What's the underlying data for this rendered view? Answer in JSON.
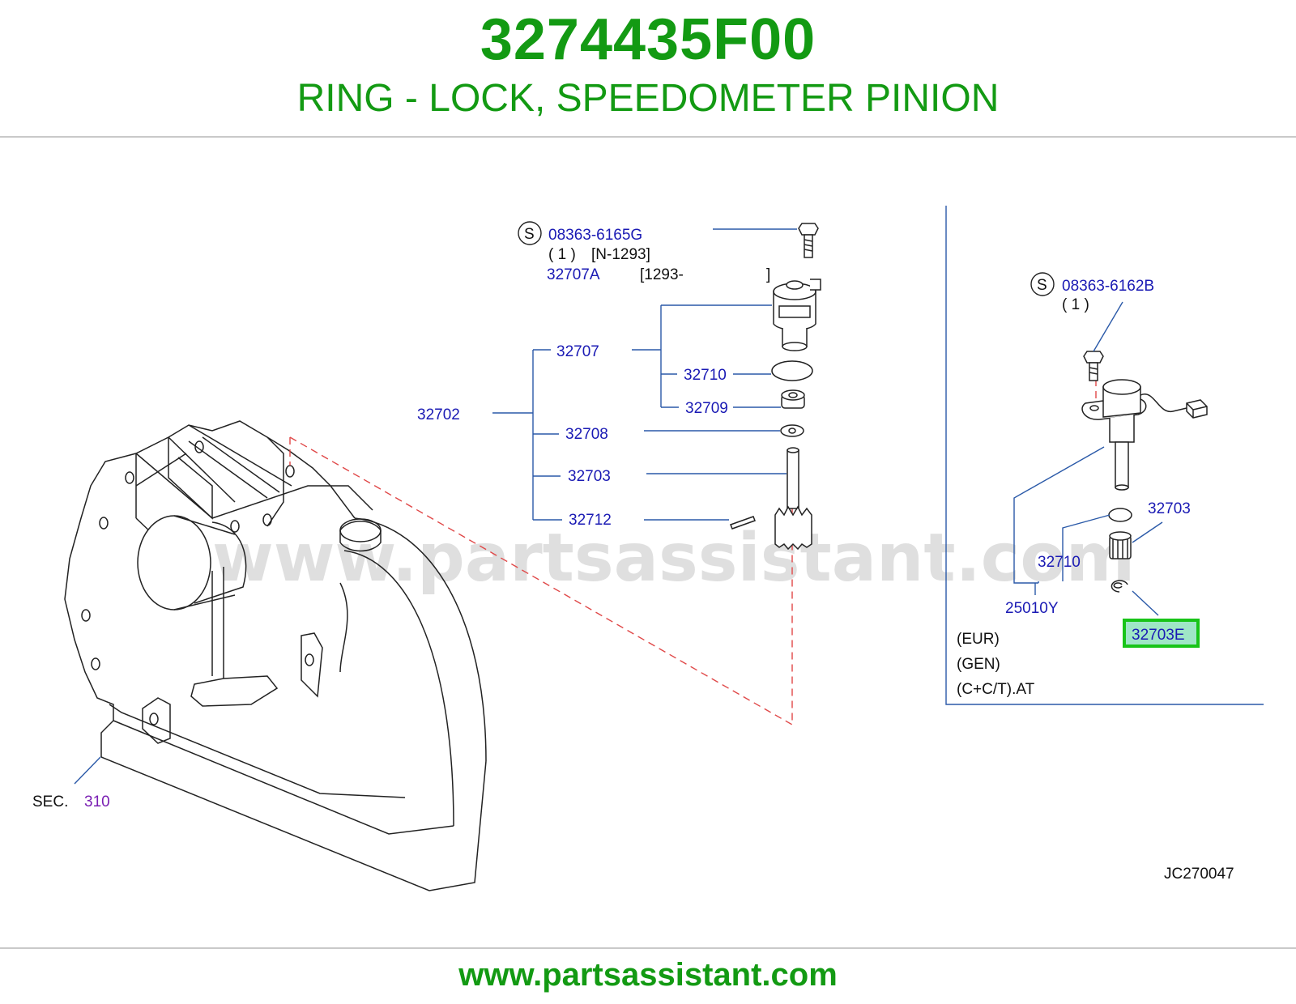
{
  "header": {
    "part_number": "3274435F00",
    "part_description": "RING - LOCK, SPEEDOMETER PINION"
  },
  "diagram": {
    "callouts": {
      "screw_main": "08363-6165G",
      "screw_main_qty": "( 1 )",
      "screw_main_range": "[N-1293]",
      "alt_part": "32707A",
      "alt_range_start": "[1293-",
      "alt_range_end": "]",
      "c_32707": "32707",
      "c_32710_left": "32710",
      "c_32709": "32709",
      "c_32702": "32702",
      "c_32708": "32708",
      "c_32703_left": "32703",
      "c_32712": "32712",
      "screw_right": "08363-6162B",
      "screw_right_qty": "( 1 )",
      "c_32703_right": "32703",
      "c_32710_right": "32710",
      "c_25010Y": "25010Y",
      "c_32703E": "32703E",
      "sec_label": "SEC.",
      "sec_number": "310",
      "drawing_code": "JC270047"
    },
    "standard_symbol": "S",
    "notes": [
      "(EUR)",
      "(GEN)",
      "(C+C/T).AT"
    ],
    "watermark": "www.partsassistant.com",
    "highlight_color": "#18c418",
    "line_color": "#2a59a8",
    "label_color": "#1a1ab4"
  },
  "footer": {
    "url": "www.partsassistant.com"
  }
}
